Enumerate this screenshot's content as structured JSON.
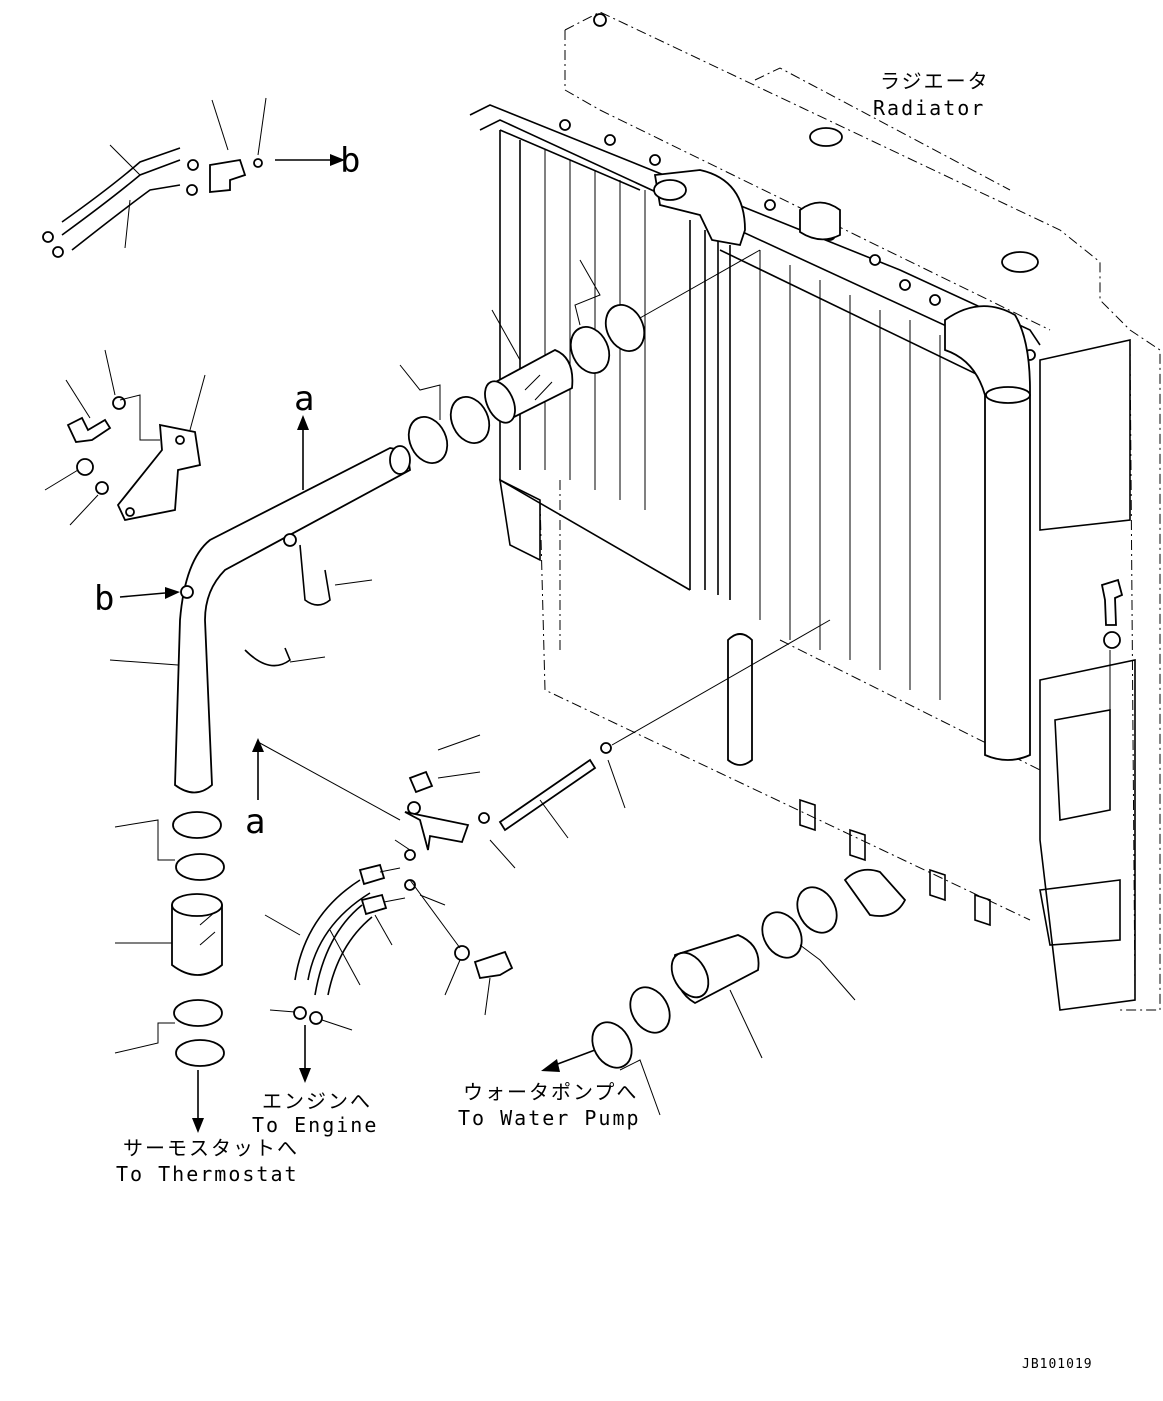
{
  "labels": {
    "radiator_jp": "ラジエータ",
    "radiator_en": "Radiator",
    "engine_jp": "エンジンへ",
    "engine_en": "To Engine",
    "thermostat_jp": "サーモスタットへ",
    "thermostat_en": "To Thermostat",
    "water_pump_jp": "ウォータポンプへ",
    "water_pump_en": "To Water Pump",
    "view_a": "a",
    "view_b": "b",
    "drawing_code": "JB101019"
  },
  "colors": {
    "line": "#000000",
    "background": "#ffffff"
  }
}
